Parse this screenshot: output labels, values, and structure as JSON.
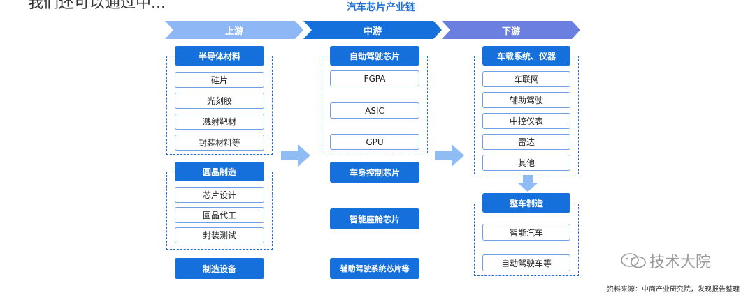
{
  "cut_text": "我们还可以通过中...",
  "title": "汽车芯片产业链",
  "stages": {
    "up": "上游",
    "mid": "中游",
    "down": "下游"
  },
  "upstream": {
    "g1": {
      "head": "半导体材料",
      "items": [
        "硅片",
        "光刻胶",
        "溅射靶材",
        "封装材料等"
      ]
    },
    "g2": {
      "head": "圆晶制造",
      "items": [
        "芯片设计",
        "圆晶代工",
        "封装测试"
      ]
    },
    "g3": {
      "head": "制造设备"
    }
  },
  "midstream": {
    "g1": {
      "head": "自动驾驶芯片",
      "items": [
        "FGPA",
        "ASIC",
        "GPU"
      ]
    },
    "h2": "车身控制芯片",
    "h3": "智能座舱芯片",
    "h4": "辅助驾驶系统芯片等"
  },
  "downstream": {
    "g1": {
      "head": "车载系统、仪器",
      "items": [
        "车联网",
        "辅助驾驶",
        "中控仪表",
        "雷达",
        "其他"
      ]
    },
    "g2": {
      "head": "整车制造",
      "items": [
        "智能汽车",
        "自动驾驶车等"
      ]
    }
  },
  "watermark": "技术大院",
  "source": "资料来源：中商产业研究院，发现报告整理",
  "colors": {
    "head": "#1670db",
    "chev_light": "#8db8f5",
    "chev_mid": "#1670db",
    "chev_dark": "#6b7fe0",
    "arrow": "#8fbcf2"
  }
}
